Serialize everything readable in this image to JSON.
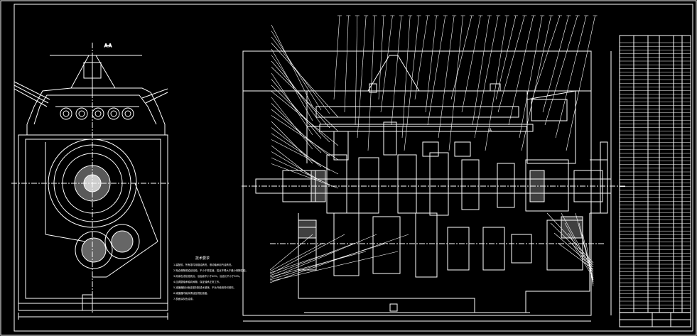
{
  "drawing": {
    "section_label": "A-A",
    "section_mark": "A",
    "tech_requirements": {
      "title": "技术要求",
      "items": [
        "1.装配前，所有零件用煤油清洗，滚动轴承用汽油清洗。",
        "2.啮合侧隙用铅丝检验，不小于规定值，铅丝不得大于最小侧隙四倍。",
        "3.用涂色法检验斑点，沿齿高不小于40%，沿齿长不小于50%。",
        "4.应调整轴承轴向间隙，保证轴承正常工作。",
        "5.减速器剖分面涂密封胶或水玻璃，不允许使用任何填料。",
        "6.减速器内装润滑油至规定高度。",
        "7.表面涂灰色油漆。"
      ]
    }
  },
  "colors": {
    "background": "#000000",
    "line": "#ffffff"
  }
}
